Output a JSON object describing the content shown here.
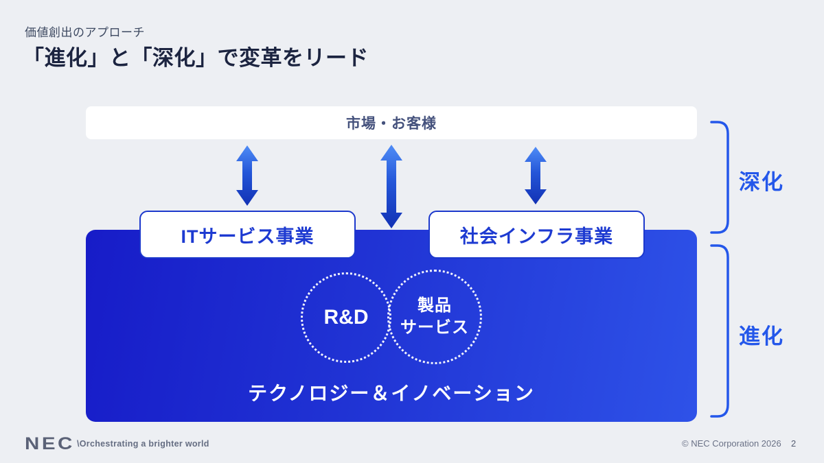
{
  "slide": {
    "kicker": "価値創出のアプローチ",
    "title": "「進化」と「深化」で変革をリード"
  },
  "diagram": {
    "market_label": "市場・お客様",
    "it_business_label": "ITサービス事業",
    "infra_business_label": "社会インフラ事業",
    "venn": {
      "left_label": "R&D",
      "right_line1": "製品",
      "right_line2": "サービス"
    },
    "foundation_label": "テクノロジー＆イノベーション",
    "bracket_top_label": "深化",
    "bracket_bottom_label": "進化"
  },
  "footer": {
    "logo": "NEC",
    "tagline": "\\Orchestrating a brighter world",
    "copyright": "© NEC Corporation 2026",
    "page_number": "2"
  },
  "colors": {
    "background": "#edeff3",
    "title_text": "#1c2440",
    "kicker_text": "#3d4961",
    "market_text": "#44517c",
    "business_box_border": "#1c38cc",
    "business_box_text": "#1d3ad1",
    "foundation_gradient_start": "#171cc8",
    "foundation_gradient_end": "#2e52e8",
    "arrow_gradient_top": "#4f8cf6",
    "arrow_gradient_bottom": "#1231b4",
    "bracket_blue": "#2457ea",
    "footer_gray": "#656d82"
  }
}
